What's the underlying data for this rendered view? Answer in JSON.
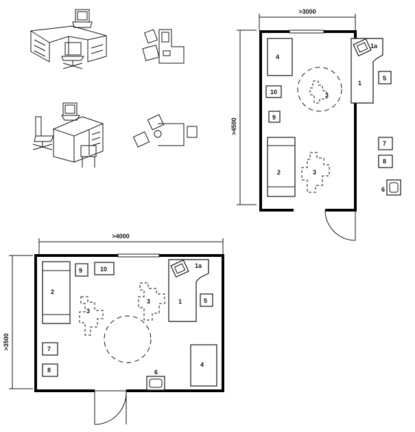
{
  "room_a": {
    "dimensions": {
      "width": ">3000",
      "depth": ">4500"
    },
    "labels": {
      "desk": "1",
      "computer": "1a",
      "bed": "2",
      "chair_zone": "3",
      "wardrobe": "4",
      "item5": "5",
      "sink": "6",
      "item7": "7",
      "item8": "8",
      "item9": "9",
      "item10": "10",
      "circle_zone": "3"
    }
  },
  "room_b": {
    "dimensions": {
      "width": ">4000",
      "depth": ">3500"
    },
    "labels": {
      "desk": "1",
      "computer": "1a",
      "bed": "2",
      "chair_zone_desk": "3",
      "chair_zone_bed": "3",
      "wardrobe": "4",
      "item5": "5",
      "sink": "6",
      "item7": "7",
      "item8": "8",
      "item9": "9",
      "item10": "10"
    }
  }
}
